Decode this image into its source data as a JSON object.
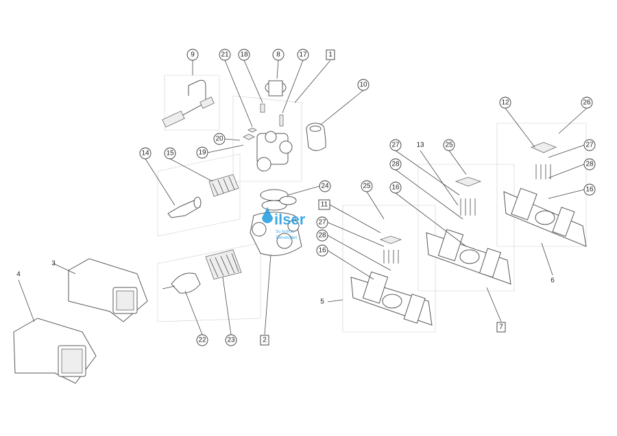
{
  "diagram": {
    "callouts": [
      "9",
      "21",
      "18",
      "8",
      "17",
      "1",
      "10",
      "20",
      "19",
      "14",
      "15",
      "24",
      "11",
      "27",
      "28",
      "16",
      "5",
      "25",
      "12",
      "26",
      "27",
      "28",
      "16",
      "6",
      "27",
      "13",
      "25",
      "28",
      "16",
      "7",
      "3",
      "4",
      "2",
      "22",
      "23"
    ]
  },
  "watermark": {
    "brand": "ilser",
    "tagline_1": "Su Arıtma",
    "tagline_2": "Teknolojileri",
    "color": "#1e9be0"
  }
}
